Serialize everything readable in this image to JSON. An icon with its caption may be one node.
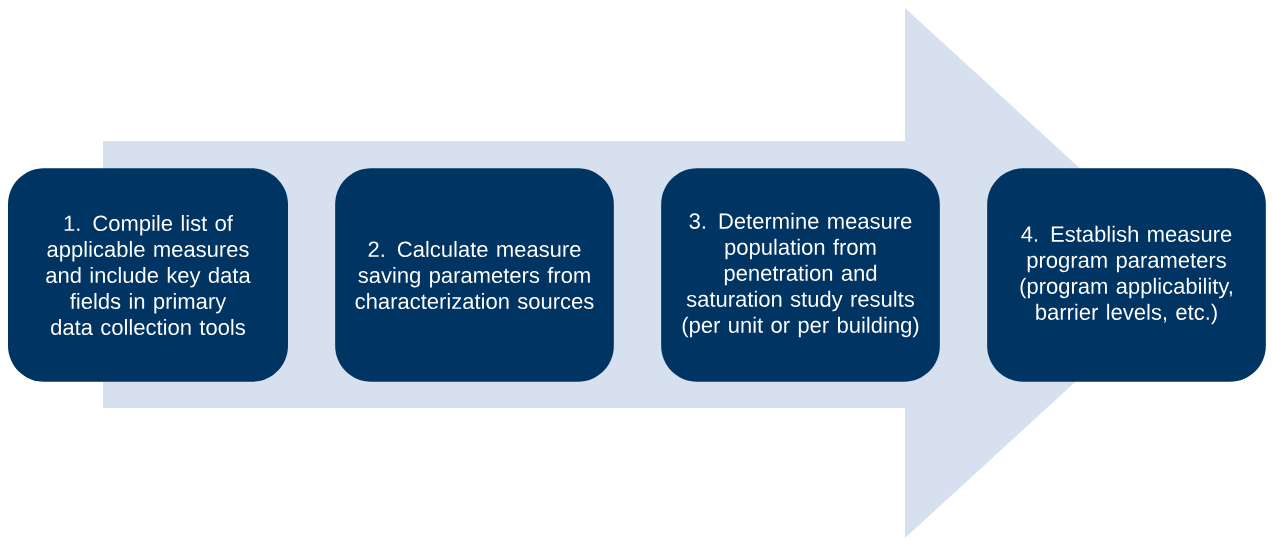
{
  "diagram": {
    "nodes": [
      {
        "text": [
          "1. Compile list of applicable measures and include key data fields in primary data collection tools"
        ]
      },
      {
        "text": [
          "2. Calculate measure saving parameters from characterization sources"
        ]
      },
      {
        "text": [
          "3. Determine measure population from penetration and saturation study results (per unit or per building)"
        ]
      },
      {
        "text": [
          "4. Establish measure program parameters (program applicability, barrier levels, etc.)"
        ]
      }
    ],
    "edges": [
      {
        "from": 0,
        "to": 3,
        "arrow": "to"
      }
    ]
  }
}
